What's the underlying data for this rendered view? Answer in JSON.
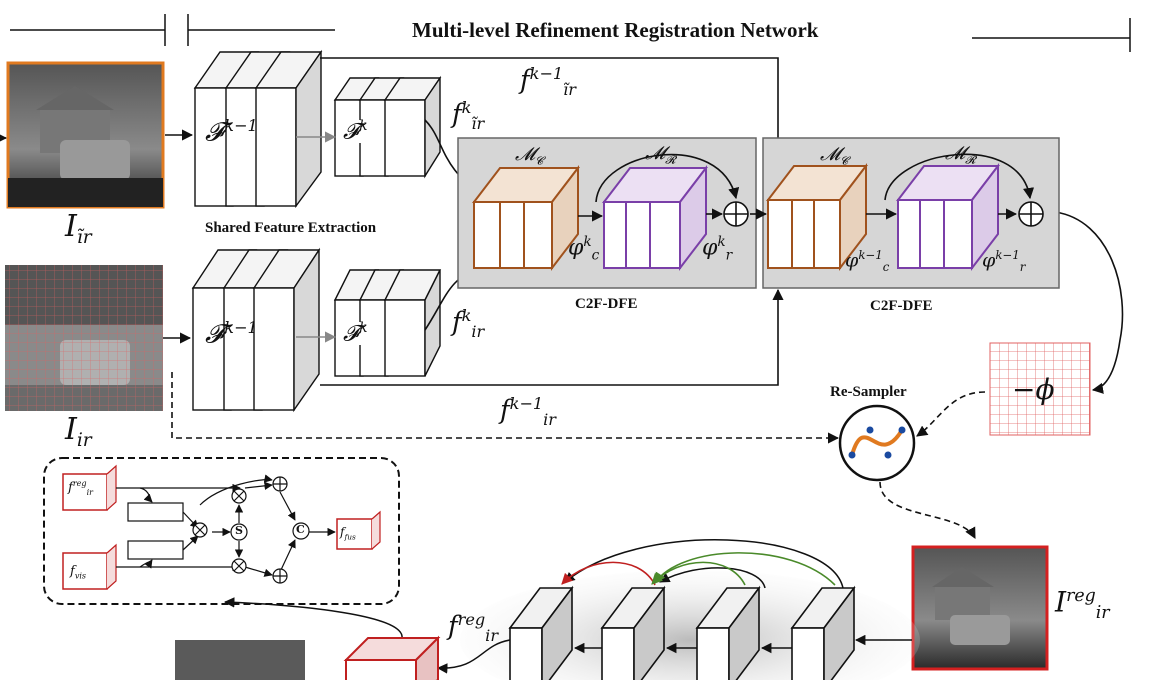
{
  "title": "Multi-level Refinement Registration Network",
  "labels": {
    "shared": "Shared Feature Extraction",
    "c2f_a": "C2F-DFE",
    "c2f_b": "C2F-DFE",
    "resampler": "Re-Sampler"
  },
  "math": {
    "F": "𝓕",
    "F_sup_prev": "k−1",
    "F_sup_k": "k",
    "f": "f",
    "sup_k": "k",
    "sup_prev": "k−1",
    "sub_ir": "ir",
    "sub_tir": "ĩr",
    "sup_reg": "reg",
    "I": "I",
    "M": "𝓜",
    "sub_C": "𝓒",
    "sub_R": "𝓡",
    "phi": "φ",
    "sub_c": "c",
    "sub_r": "r",
    "neg_phi": "−ϕ"
  },
  "fusion": {
    "f_ir_reg": "f",
    "f_ir_reg_sup": "reg",
    "f_ir_reg_sub": "ir",
    "f_vis": "f",
    "f_vis_sub": "vis",
    "f_fus": "f",
    "f_fus_sub": "fus",
    "s_symbol": "S",
    "c_symbol": "C"
  },
  "colors": {
    "orange": "#e07a20",
    "brown": "#a0521d",
    "purple": "#7a3fa8",
    "red": "#d42020",
    "green": "#4a8a2a",
    "gray_panel": "#d3d3d3"
  }
}
